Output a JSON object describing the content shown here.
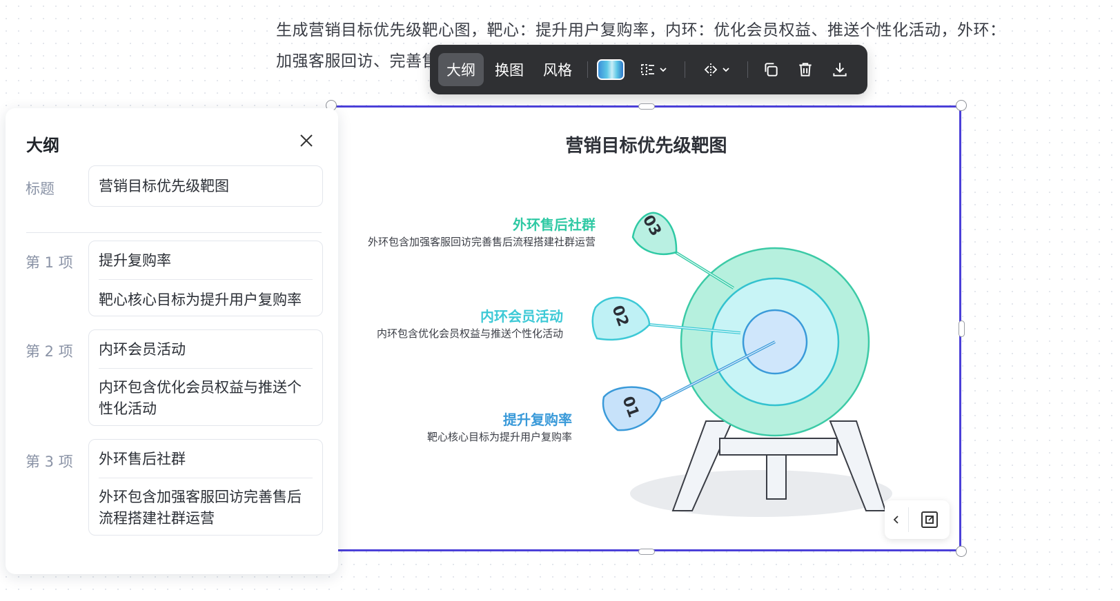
{
  "prompt": {
    "text": "生成营销目标优先级靶心图，靶心：提升用户复购率，内环：优化会员权益、推送个性化活动，外环：加强客服回访、完善售后流程、搭建社群运营"
  },
  "toolbar": {
    "outline": "大纲",
    "swap": "换图",
    "style": "风格"
  },
  "outline_panel": {
    "title": "大纲",
    "title_label": "标题",
    "title_value": "营销目标优先级靶图",
    "items": [
      {
        "label": "第 1 项",
        "name": "提升复购率",
        "desc": "靶心核心目标为提升用户复购率"
      },
      {
        "label": "第 2 项",
        "name": "内环会员活动",
        "desc": "内环包含优化会员权益与推送个性化活动"
      },
      {
        "label": "第 3 项",
        "name": "外环售后社群",
        "desc": "外环包含加强客服回访完善售后流程搭建社群运营"
      }
    ]
  },
  "infographic": {
    "title": "营销目标优先级靶图",
    "items": [
      {
        "num": "01",
        "title": "提升复购率",
        "desc": "靶心核心目标为提升用户复购率",
        "color": "#3a9ad9"
      },
      {
        "num": "02",
        "title": "内环会员活动",
        "desc": "内环包含优化会员权益与推送个性化活动",
        "color": "#3dc9d6"
      },
      {
        "num": "03",
        "title": "外环售后社群",
        "desc": "外环包含加强客服回访完善售后流程搭建社群运营",
        "color": "#2fc9a4"
      }
    ]
  },
  "colors": {
    "accent_border": "#4b40d8",
    "toolbar_bg": "#2f3033"
  }
}
